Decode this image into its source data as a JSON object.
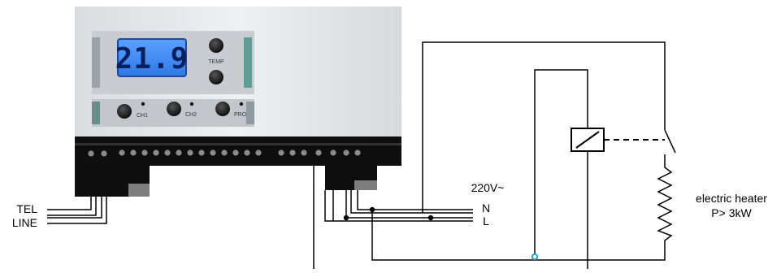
{
  "device": {
    "display_value": "21.9",
    "buttons": [
      {
        "id": "temp",
        "label": "TEMP"
      },
      {
        "id": "ch1",
        "label": "CH1"
      },
      {
        "id": "ch2",
        "label": "CH2"
      },
      {
        "id": "pro",
        "label": "PRO"
      }
    ]
  },
  "labels": {
    "tel": "TEL",
    "line": "LINE",
    "voltage": "220V~",
    "neutral": "N",
    "live": "L",
    "heater": "electric heater",
    "power": "P> 3kW"
  },
  "colors": {
    "lcd_background": "#3d8cf5",
    "lcd_digits": "#0a1f5e",
    "wire": "#000000",
    "junction_special": "#29a3c9"
  }
}
